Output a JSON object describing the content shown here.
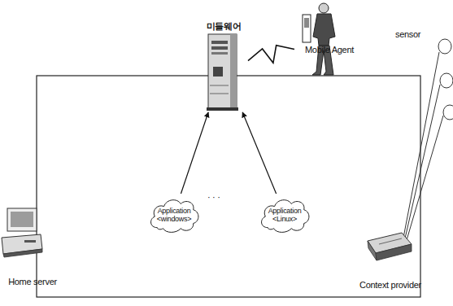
{
  "diagram": {
    "nodes": [
      {
        "text": [
          "미들웨어"
        ]
      },
      {
        "text": [
          "Mobile Agent"
        ]
      },
      {
        "text": [
          "Home server"
        ]
      },
      {
        "text": [
          "Application <windows>"
        ]
      },
      {
        "text": [
          "Application <Linux>"
        ]
      },
      {
        "text": [
          "Context provider"
        ]
      }
    ],
    "edges": [
      {
        "from": 3,
        "to": 0,
        "arrow": "to"
      },
      {
        "from": 4,
        "to": 0,
        "arrow": "to"
      },
      {
        "from": 0,
        "to": 1,
        "arrow": "none"
      }
    ],
    "labels": [
      "sensor",
      "· · ·"
    ]
  }
}
